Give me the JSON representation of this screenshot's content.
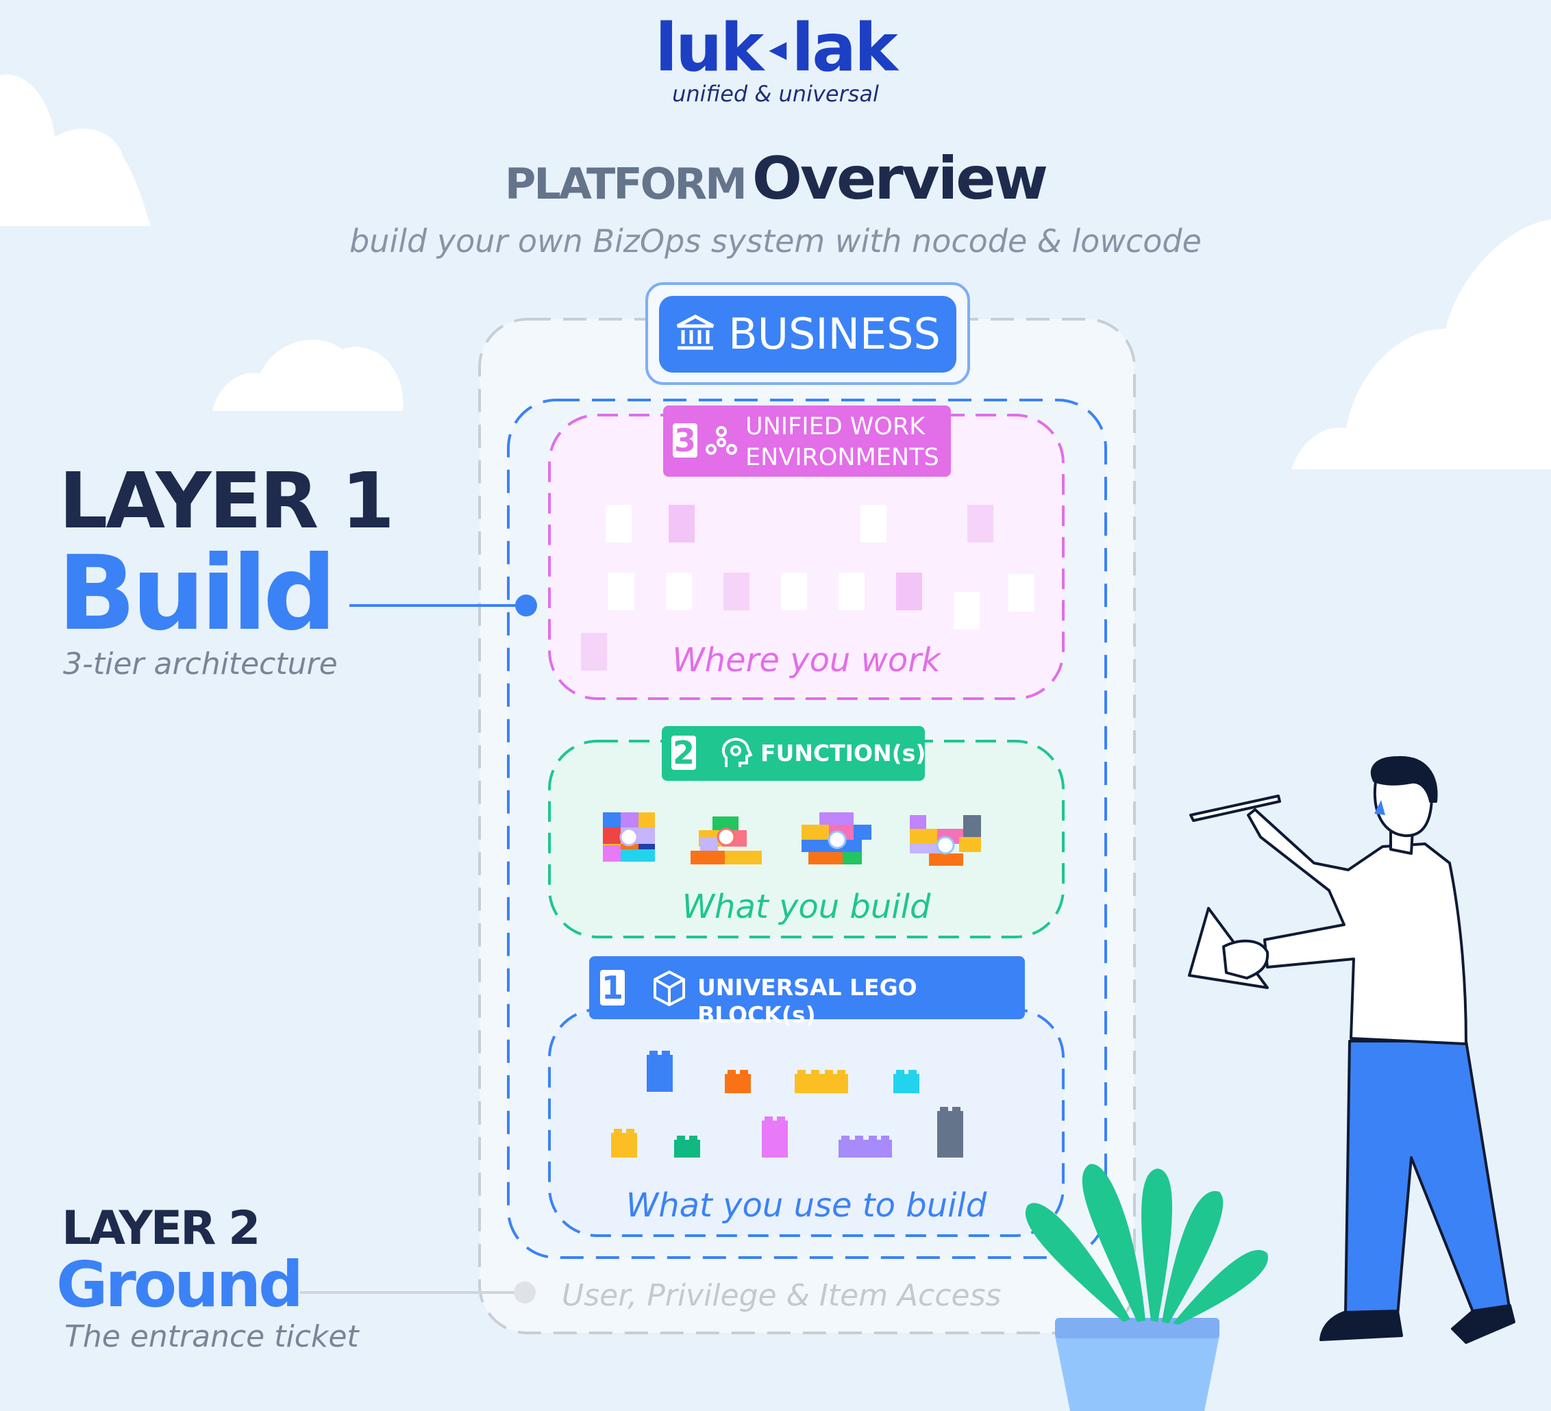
{
  "brand": {
    "logo_left": "luk",
    "logo_arrow": "◂",
    "logo_right": "lak",
    "tagline": "unified & universal"
  },
  "heading": {
    "prefix": "PLATFORM",
    "main": "Overview",
    "subtitle": "build your own BizOps system with nocode & lowcode"
  },
  "business": {
    "label": "BUSINESS",
    "icon": "bank-icon"
  },
  "tiers": [
    {
      "number": "3",
      "icon": "network-icon",
      "label_line1": "UNIFIED WORK",
      "label_line2": "ENVIRONMENTS",
      "caption": "Where you work",
      "color": "#e26ee8"
    },
    {
      "number": "2",
      "icon": "brain-gear-icon",
      "label": "FUNCTION(s)",
      "caption": "What you build",
      "color": "#1fc68f"
    },
    {
      "number": "1",
      "icon": "cube-icon",
      "label": "UNIVERSAL LEGO BLOCK(s)",
      "caption": "What you use to build",
      "color": "#3b82f6"
    }
  ],
  "layer1": {
    "label": "LAYER 1",
    "word": "Build",
    "desc": "3-tier architecture"
  },
  "layer2": {
    "label": "LAYER 2",
    "word": "Ground",
    "desc": "The entrance ticket"
  },
  "ground_caption": "User, Privilege & Item Access",
  "colors": {
    "background": "#e8f2fb",
    "accent_blue": "#3b82f6",
    "magenta": "#e26ee8",
    "green": "#1fc68f",
    "dark_navy": "#1e2b4d"
  }
}
